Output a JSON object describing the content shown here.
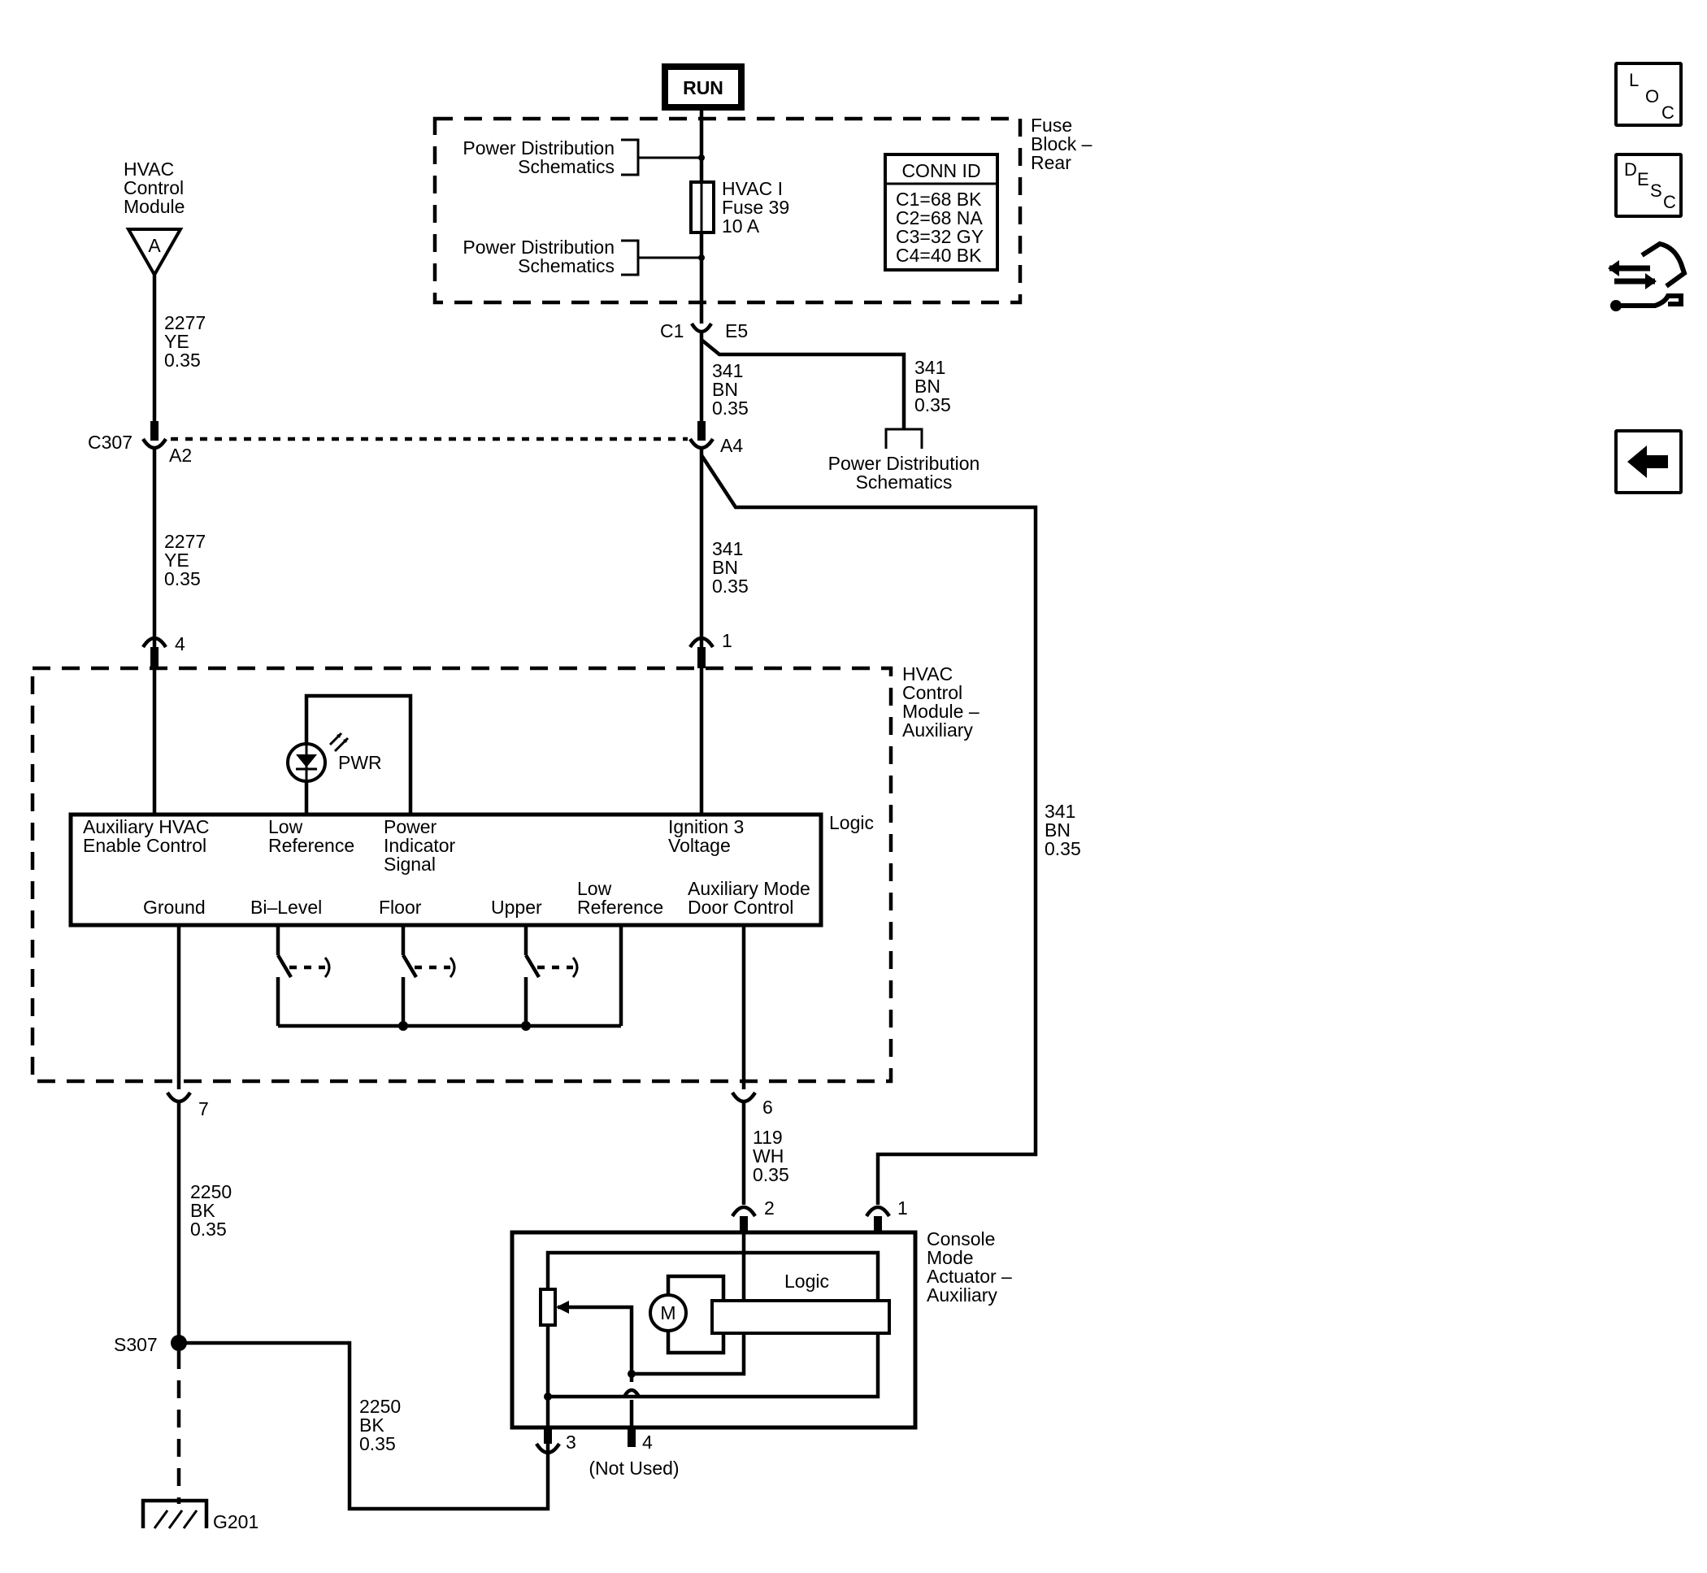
{
  "run_label": "RUN",
  "fuse_block": {
    "title": [
      "Fuse",
      "Block –",
      "Rear"
    ],
    "power_dist_top": [
      "Power Distribution",
      "Schematics"
    ],
    "power_dist_bottom": [
      "Power Distribution",
      "Schematics"
    ],
    "fuse": [
      "HVAC I",
      "Fuse 39",
      "10 A"
    ],
    "conn_id": {
      "title": "CONN ID",
      "rows": [
        "C1=68 BK",
        "C2=68 NA",
        "C3=32 GY",
        "C4=40 BK"
      ]
    },
    "connector": "C1",
    "pin": "E5"
  },
  "hvac_control_module": {
    "title": [
      "HVAC",
      "Control",
      "Module"
    ],
    "symbol": "A"
  },
  "wires": {
    "w2277_top": [
      "2277",
      "YE",
      "0.35"
    ],
    "w2277_mid": [
      "2277",
      "YE",
      "0.35"
    ],
    "w341_a": [
      "341",
      "BN",
      "0.35"
    ],
    "w341_branch": [
      "341",
      "BN",
      "0.35"
    ],
    "w341_b": [
      "341",
      "BN",
      "0.35"
    ],
    "w341_right": [
      "341",
      "BN",
      "0.35"
    ],
    "w119": [
      "119",
      "WH",
      "0.35"
    ],
    "w2250_a": [
      "2250",
      "BK",
      "0.35"
    ],
    "w2250_b": [
      "2250",
      "BK",
      "0.35"
    ]
  },
  "c307": {
    "label": "C307",
    "pin_a2": "A2",
    "pin_a4": "A4"
  },
  "power_dist_branch": [
    "Power Distribution",
    "Schematics"
  ],
  "aux_module": {
    "title": [
      "HVAC",
      "Control",
      "Module –",
      "Auxiliary"
    ],
    "logic": "Logic",
    "pwr": "PWR",
    "pins": {
      "p4": "4",
      "p1": "1",
      "p7": "7",
      "p6": "6"
    },
    "top_labels": {
      "aux_enable": [
        "Auxiliary HVAC",
        "Enable Control"
      ],
      "low_ref": [
        "Low",
        "Reference"
      ],
      "power_ind": [
        "Power",
        "Indicator",
        "Signal"
      ],
      "ign3": [
        "Ignition 3",
        "Voltage"
      ]
    },
    "bottom_labels": {
      "ground": "Ground",
      "bilevel": "Bi–Level",
      "floor": "Floor",
      "upper": "Upper",
      "low_ref": [
        "Low",
        "Reference"
      ],
      "aux_mode": [
        "Auxiliary Mode",
        "Door Control"
      ]
    }
  },
  "actuator": {
    "title": [
      "Console",
      "Mode",
      "Actuator –",
      "Auxiliary"
    ],
    "logic": "Logic",
    "motor": "M",
    "pins": {
      "p2": "2",
      "p1": "1",
      "p3": "3",
      "p4": "4"
    },
    "not_used": "(Not Used)"
  },
  "splice": "S307",
  "ground": "G201",
  "nav": {
    "loc": [
      "L",
      "O",
      "C"
    ],
    "desc": [
      "D",
      "E",
      "S",
      "C"
    ]
  }
}
